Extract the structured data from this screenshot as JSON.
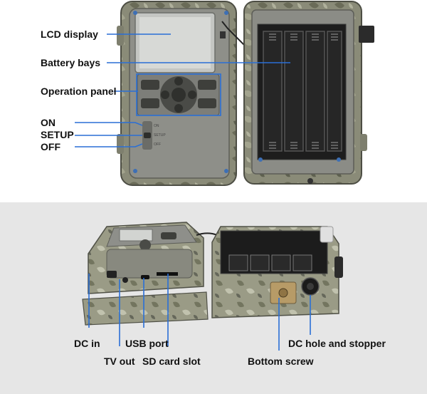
{
  "top_labels": {
    "lcd_display": "LCD display",
    "battery_bays": "Battery bays",
    "operation_panel": "Operation panel",
    "on": "ON",
    "setup": "SETUP",
    "off": "OFF"
  },
  "device_print": {
    "switch_on": "ON",
    "switch_setup": "SETUP",
    "switch_off": "OFF"
  },
  "bottom_labels": {
    "dc_in": "DC in",
    "tv_out": "TV out",
    "usb_port": "USB port",
    "sd_card_slot": "SD card slot",
    "bottom_screw": "Bottom screw",
    "dc_hole_stopper": "DC hole and stopper"
  },
  "colors": {
    "leader_line": "#2a6fd6",
    "label_text": "#111111",
    "camo_body": "#7a7b68",
    "inner_gray": "#8c8c86",
    "bottom_background": "#e6e6e6"
  }
}
